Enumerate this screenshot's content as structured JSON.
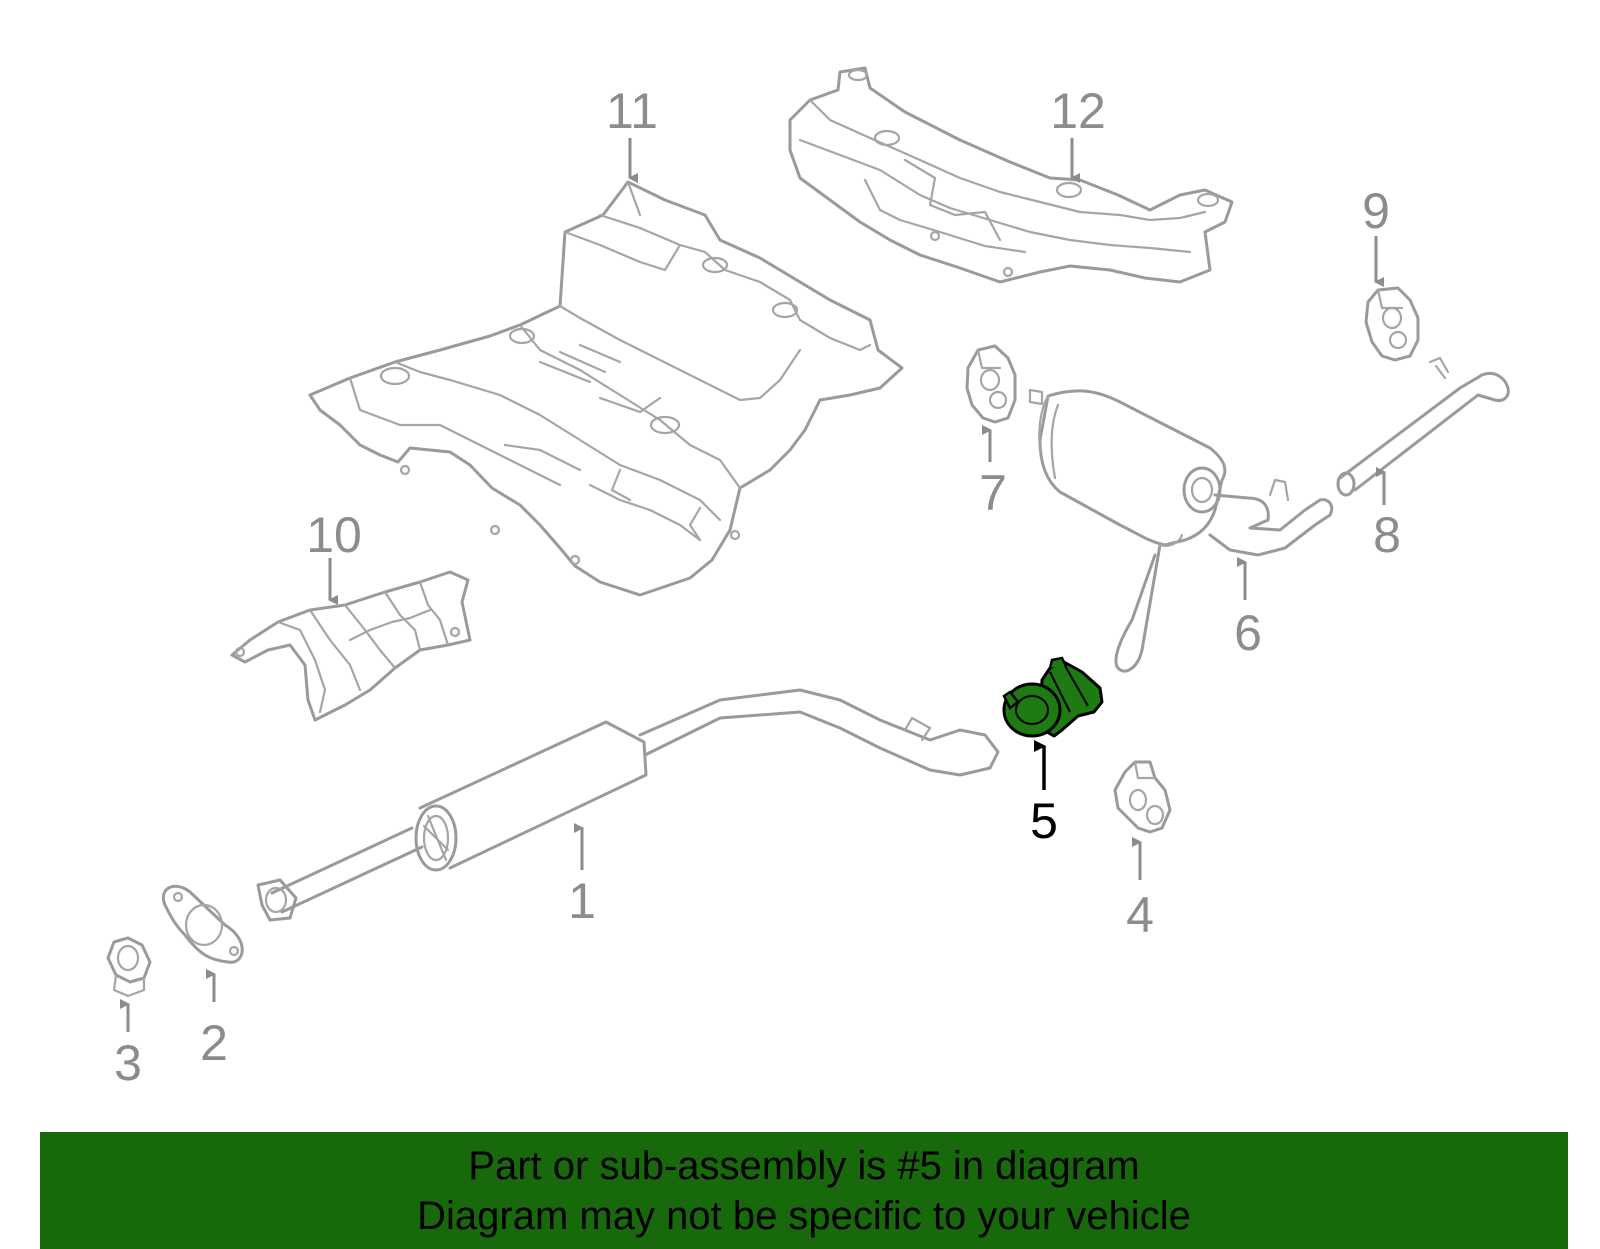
{
  "callouts": [
    {
      "label": "1"
    },
    {
      "label": "2"
    },
    {
      "label": "3"
    },
    {
      "label": "4"
    },
    {
      "label": "5",
      "highlighted": true
    },
    {
      "label": "6"
    },
    {
      "label": "7"
    },
    {
      "label": "8"
    },
    {
      "label": "9"
    },
    {
      "label": "10"
    },
    {
      "label": "11"
    },
    {
      "label": "12"
    }
  ],
  "colors": {
    "highlight": "#1e7a12",
    "banner": "#17690c",
    "outline": "#9a9a9a",
    "callout_text": "#8c8c8c"
  },
  "banner": {
    "line1": "Part or sub-assembly is #5 in diagram",
    "line2": "Diagram may not be specific to your vehicle"
  }
}
